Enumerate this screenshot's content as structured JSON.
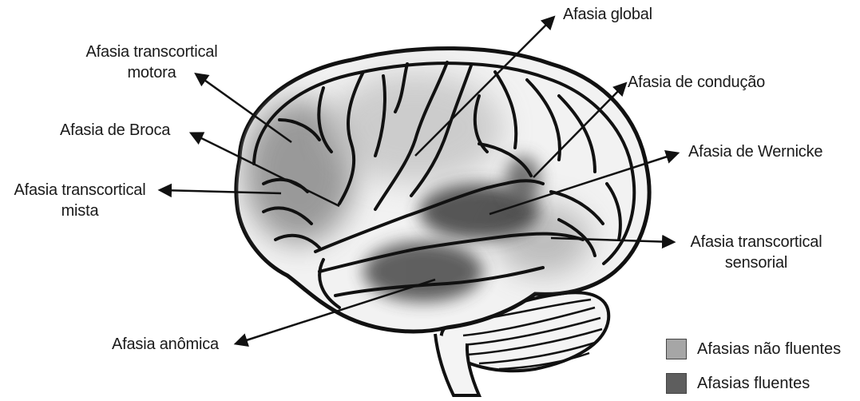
{
  "labels": {
    "global": "Afasia global",
    "transcortical_motora": [
      "Afasia transcortical",
      "motora"
    ],
    "broca": "Afasia de Broca",
    "transcortical_mista": [
      "Afasia transcortical",
      "mista"
    ],
    "conducao": "Afasia de condução",
    "wernicke": "Afasia de Wernicke",
    "transcortical_sensorial": [
      "Afasia transcortical",
      "sensorial"
    ],
    "anomica": "Afasia anômica"
  },
  "legend": {
    "nao_fluentes": {
      "label": "Afasias não fluentes",
      "color": "#a6a6a6"
    },
    "fluentes": {
      "label": "Afasias fluentes",
      "color": "#5e5e5e"
    }
  },
  "colors": {
    "outline": "#111111",
    "non_fluent_region": "#8a8a8a",
    "fluent_region": "#3a3a3a"
  }
}
